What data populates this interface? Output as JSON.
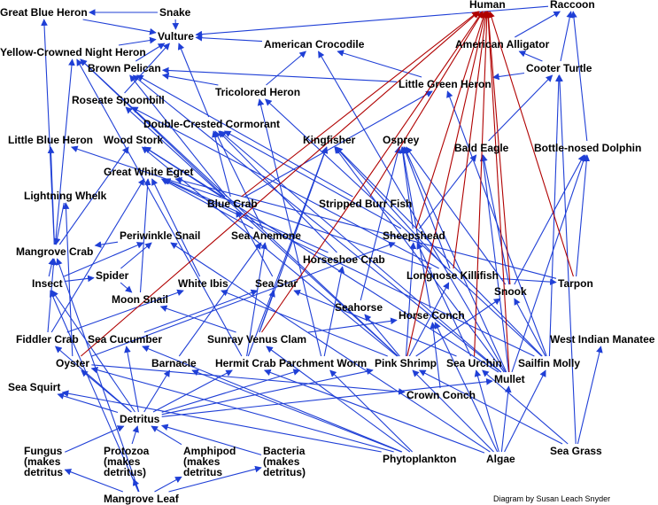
{
  "diagram": {
    "credit": "Diagram by Susan Leach Snyder",
    "colors": {
      "energy_arrow": "#1f3fd6",
      "human_arrow": "#b00000",
      "text": "#000000",
      "background": "#ffffff"
    },
    "nodes": [
      {
        "id": "great-blue-heron",
        "label": "Great Blue Heron"
      },
      {
        "id": "snake",
        "label": "Snake"
      },
      {
        "id": "human",
        "label": "Human"
      },
      {
        "id": "raccoon",
        "label": "Raccoon"
      },
      {
        "id": "vulture",
        "label": "Vulture"
      },
      {
        "id": "american-crocodile",
        "label": "American Crocodile"
      },
      {
        "id": "american-alligator",
        "label": "American Alligator"
      },
      {
        "id": "yellow-crowned-night-heron",
        "label": "Yellow-Crowned Night Heron"
      },
      {
        "id": "brown-pelican",
        "label": "Brown Pelican"
      },
      {
        "id": "cooter-turtle",
        "label": "Cooter Turtle"
      },
      {
        "id": "little-green-heron",
        "label": "Little Green Heron"
      },
      {
        "id": "tricolored-heron",
        "label": "Tricolored Heron"
      },
      {
        "id": "roseate-spoonbill",
        "label": "Roseate Spoonbill"
      },
      {
        "id": "double-crested-cormorant",
        "label": "Double-Crested Cormorant"
      },
      {
        "id": "little-blue-heron",
        "label": "Little Blue Heron"
      },
      {
        "id": "wood-stork",
        "label": "Wood Stork"
      },
      {
        "id": "kingfisher",
        "label": "Kingfisher"
      },
      {
        "id": "osprey",
        "label": "Osprey"
      },
      {
        "id": "bald-eagle",
        "label": "Bald Eagle"
      },
      {
        "id": "bottle-nosed-dolphin",
        "label": "Bottle-nosed Dolphin"
      },
      {
        "id": "great-white-egret",
        "label": "Great White Egret"
      },
      {
        "id": "lightning-whelk",
        "label": "Lightning Whelk"
      },
      {
        "id": "blue-crab",
        "label": "Blue Crab"
      },
      {
        "id": "stripped-burr-fish",
        "label": "Stripped Burr Fish"
      },
      {
        "id": "mangrove-crab",
        "label": "Mangrove Crab"
      },
      {
        "id": "periwinkle-snail",
        "label": "Periwinkle Snail"
      },
      {
        "id": "sea-anemone",
        "label": "Sea Anemone"
      },
      {
        "id": "sheepshead",
        "label": "Sheepshead"
      },
      {
        "id": "horseshoe-crab",
        "label": "Horseshoe Crab"
      },
      {
        "id": "spider",
        "label": "Spider"
      },
      {
        "id": "insect",
        "label": "Insect"
      },
      {
        "id": "longnose-killifish",
        "label": "Longnose Killifish"
      },
      {
        "id": "white-ibis",
        "label": "White Ibis"
      },
      {
        "id": "sea-star",
        "label": "Sea Star"
      },
      {
        "id": "snook",
        "label": "Snook"
      },
      {
        "id": "tarpon",
        "label": "Tarpon"
      },
      {
        "id": "moon-snail",
        "label": "Moon Snail"
      },
      {
        "id": "seahorse",
        "label": "Seahorse"
      },
      {
        "id": "horse-conch",
        "label": "Horse Conch"
      },
      {
        "id": "fiddler-crab",
        "label": "Fiddler Crab"
      },
      {
        "id": "sea-cucumber",
        "label": "Sea Cucumber"
      },
      {
        "id": "sunray-venus-clam",
        "label": "Sunray Venus Clam"
      },
      {
        "id": "west-indian-manatee",
        "label": "West Indian Manatee"
      },
      {
        "id": "oyster",
        "label": "Oyster"
      },
      {
        "id": "barnacle",
        "label": "Barnacle"
      },
      {
        "id": "hermit-crab",
        "label": "Hermit Crab"
      },
      {
        "id": "parchment-worm",
        "label": "Parchment Worm"
      },
      {
        "id": "pink-shrimp",
        "label": "Pink Shrimp"
      },
      {
        "id": "sea-urchin",
        "label": "Sea Urchin"
      },
      {
        "id": "sailfin-molly",
        "label": "Sailfin Molly"
      },
      {
        "id": "sea-squirt",
        "label": "Sea Squirt"
      },
      {
        "id": "mullet",
        "label": "Mullet"
      },
      {
        "id": "crown-conch",
        "label": "Crown Conch"
      },
      {
        "id": "detritus",
        "label": "Detritus"
      },
      {
        "id": "fungus",
        "label": "Fungus\n(makes\ndetritus"
      },
      {
        "id": "protozoa",
        "label": "Protozoa\n(makes\ndetritus)"
      },
      {
        "id": "amphipod",
        "label": "Amphipod\n(makes\ndetritus"
      },
      {
        "id": "bacteria",
        "label": "Bacteria\n(makes\ndetritus)"
      },
      {
        "id": "phytoplankton",
        "label": "Phytoplankton"
      },
      {
        "id": "algae",
        "label": "Algae"
      },
      {
        "id": "sea-grass",
        "label": "Sea Grass"
      },
      {
        "id": "mangrove-leaf",
        "label": "Mangrove Leaf"
      }
    ],
    "edges": [
      [
        "snake",
        "great-blue-heron"
      ],
      [
        "great-blue-heron",
        "vulture"
      ],
      [
        "snake",
        "vulture"
      ],
      [
        "american-crocodile",
        "vulture"
      ],
      [
        "raccoon",
        "vulture"
      ],
      [
        "yellow-crowned-night-heron",
        "vulture"
      ],
      [
        "brown-pelican",
        "vulture"
      ],
      [
        "roseate-spoonbill",
        "vulture"
      ],
      [
        "double-crested-cormorant",
        "vulture"
      ],
      [
        "tricolored-heron",
        "american-crocodile"
      ],
      [
        "little-green-heron",
        "american-crocodile"
      ],
      [
        "little-green-heron",
        "brown-pelican"
      ],
      [
        "tricolored-heron",
        "brown-pelican"
      ],
      [
        "cooter-turtle",
        "american-alligator"
      ],
      [
        "cooter-turtle",
        "raccoon"
      ],
      [
        "cooter-turtle",
        "little-green-heron"
      ],
      [
        "bald-eagle",
        "cooter-turtle"
      ],
      [
        "bottle-nosed-dolphin",
        "raccoon"
      ],
      [
        "american-alligator",
        "raccoon"
      ],
      [
        "mullet",
        "american-crocodile"
      ],
      [
        "mullet",
        "brown-pelican"
      ],
      [
        "mullet",
        "double-crested-cormorant"
      ],
      [
        "mullet",
        "osprey"
      ],
      [
        "mullet",
        "bald-eagle"
      ],
      [
        "mullet",
        "bottle-nosed-dolphin"
      ],
      [
        "mullet",
        "wood-stork"
      ],
      [
        "mullet",
        "kingfisher"
      ],
      [
        "sailfin-molly",
        "little-green-heron"
      ],
      [
        "sailfin-molly",
        "tricolored-heron"
      ],
      [
        "sailfin-molly",
        "great-white-egret"
      ],
      [
        "sailfin-molly",
        "kingfisher"
      ],
      [
        "sailfin-molly",
        "snook"
      ],
      [
        "sailfin-molly",
        "cooter-turtle"
      ],
      [
        "longnose-killifish",
        "little-blue-heron"
      ],
      [
        "longnose-killifish",
        "roseate-spoonbill"
      ],
      [
        "longnose-killifish",
        "tarpon"
      ],
      [
        "longnose-killifish",
        "kingfisher"
      ],
      [
        "longnose-killifish",
        "osprey"
      ],
      [
        "snook",
        "bald-eagle"
      ],
      [
        "snook",
        "osprey"
      ],
      [
        "snook",
        "bottle-nosed-dolphin"
      ],
      [
        "tarpon",
        "bottle-nosed-dolphin"
      ],
      [
        "tarpon",
        "great-white-egret"
      ],
      [
        "sheepshead",
        "osprey"
      ],
      [
        "sheepshead",
        "bald-eagle"
      ],
      [
        "sheepshead",
        "double-crested-cormorant"
      ],
      [
        "stripped-burr-fish",
        "brown-pelican"
      ],
      [
        "pink-shrimp",
        "yellow-crowned-night-heron"
      ],
      [
        "pink-shrimp",
        "roseate-spoonbill"
      ],
      [
        "pink-shrimp",
        "wood-stork"
      ],
      [
        "pink-shrimp",
        "white-ibis"
      ],
      [
        "pink-shrimp",
        "seahorse"
      ],
      [
        "pink-shrimp",
        "snook"
      ],
      [
        "pink-shrimp",
        "sheepshead"
      ],
      [
        "pink-shrimp",
        "longnose-killifish"
      ],
      [
        "crown-conch",
        "horse-conch"
      ],
      [
        "horse-conch",
        "osprey"
      ],
      [
        "sea-urchin",
        "sheepshead"
      ],
      [
        "sea-urchin",
        "sea-star"
      ],
      [
        "blue-crab",
        "yellow-crowned-night-heron"
      ],
      [
        "blue-crab",
        "double-crested-cormorant"
      ],
      [
        "blue-crab",
        "wood-stork"
      ],
      [
        "blue-crab",
        "little-green-heron"
      ],
      [
        "blue-crab",
        "brown-pelican"
      ],
      [
        "horseshoe-crab",
        "double-crested-cormorant"
      ],
      [
        "horseshoe-crab",
        "great-white-egret"
      ],
      [
        "hermit-crab",
        "sea-anemone"
      ],
      [
        "hermit-crab",
        "yellow-crowned-night-heron"
      ],
      [
        "hermit-crab",
        "kingfisher"
      ],
      [
        "parchment-worm",
        "horseshoe-crab"
      ],
      [
        "parchment-worm",
        "tricolored-heron"
      ],
      [
        "sunray-venus-clam",
        "sea-star"
      ],
      [
        "sunray-venus-clam",
        "moon-snail"
      ],
      [
        "sunray-venus-clam",
        "horse-conch"
      ],
      [
        "sunray-venus-clam",
        "kingfisher"
      ],
      [
        "fiddler-crab",
        "mangrove-crab"
      ],
      [
        "fiddler-crab",
        "great-white-egret"
      ],
      [
        "fiddler-crab",
        "white-ibis"
      ],
      [
        "mangrove-crab",
        "wood-stork"
      ],
      [
        "mangrove-crab",
        "yellow-crowned-night-heron"
      ],
      [
        "mangrove-crab",
        "little-blue-heron"
      ],
      [
        "mangrove-crab",
        "great-blue-heron"
      ],
      [
        "insect",
        "spider"
      ],
      [
        "insect",
        "mangrove-crab"
      ],
      [
        "insect",
        "periwinkle-snail"
      ],
      [
        "spider",
        "periwinkle-snail"
      ],
      [
        "spider",
        "moon-snail"
      ],
      [
        "periwinkle-snail",
        "mangrove-crab"
      ],
      [
        "oyster",
        "lightning-whelk"
      ],
      [
        "oyster",
        "crown-conch"
      ],
      [
        "oyster",
        "sheepshead"
      ],
      [
        "barnacle",
        "sea-anemone"
      ],
      [
        "sea-cucumber",
        "sea-star"
      ],
      [
        "white-ibis",
        "great-white-egret"
      ],
      [
        "lightning-whelk",
        "mangrove-crab"
      ],
      [
        "sea-star",
        "blue-crab"
      ],
      [
        "moon-snail",
        "great-white-egret"
      ],
      [
        "detritus",
        "oyster"
      ],
      [
        "detritus",
        "sea-squirt"
      ],
      [
        "detritus",
        "fiddler-crab"
      ],
      [
        "detritus",
        "sea-cucumber"
      ],
      [
        "detritus",
        "barnacle"
      ],
      [
        "detritus",
        "hermit-crab"
      ],
      [
        "detritus",
        "parchment-worm"
      ],
      [
        "detritus",
        "pink-shrimp"
      ],
      [
        "detritus",
        "mullet"
      ],
      [
        "detritus",
        "insect"
      ],
      [
        "fungus",
        "detritus"
      ],
      [
        "protozoa",
        "detritus"
      ],
      [
        "amphipod",
        "detritus"
      ],
      [
        "bacteria",
        "detritus"
      ],
      [
        "mangrove-leaf",
        "fungus"
      ],
      [
        "mangrove-leaf",
        "protozoa"
      ],
      [
        "mangrove-leaf",
        "amphipod"
      ],
      [
        "mangrove-leaf",
        "bacteria"
      ],
      [
        "mangrove-leaf",
        "insect"
      ],
      [
        "mangrove-leaf",
        "mangrove-crab"
      ],
      [
        "phytoplankton",
        "oyster"
      ],
      [
        "phytoplankton",
        "barnacle"
      ],
      [
        "phytoplankton",
        "sea-squirt"
      ],
      [
        "phytoplankton",
        "sunray-venus-clam"
      ],
      [
        "phytoplankton",
        "parchment-worm"
      ],
      [
        "phytoplankton",
        "sea-cucumber"
      ],
      [
        "algae",
        "sea-urchin"
      ],
      [
        "algae",
        "mullet"
      ],
      [
        "algae",
        "sailfin-molly"
      ],
      [
        "algae",
        "hermit-crab"
      ],
      [
        "algae",
        "periwinkle-snail"
      ],
      [
        "algae",
        "pink-shrimp"
      ],
      [
        "algae",
        "horse-conch"
      ],
      [
        "sea-grass",
        "west-indian-manatee"
      ],
      [
        "sea-grass",
        "sea-urchin"
      ],
      [
        "sea-grass",
        "pink-shrimp"
      ],
      [
        "sea-grass",
        "cooter-turtle"
      ],
      [
        "sea-anemone",
        "great-white-egret"
      ],
      [
        "sea-anemone",
        "double-crested-cormorant"
      ],
      [
        "seahorse",
        "osprey"
      ]
    ],
    "human_edges": [
      [
        "mullet",
        "human"
      ],
      [
        "snook",
        "human"
      ],
      [
        "tarpon",
        "human"
      ],
      [
        "sheepshead",
        "human"
      ],
      [
        "pink-shrimp",
        "human"
      ],
      [
        "blue-crab",
        "human"
      ],
      [
        "oyster",
        "human"
      ],
      [
        "stripped-burr-fish",
        "human"
      ],
      [
        "sunray-venus-clam",
        "human"
      ],
      [
        "sea-urchin",
        "human"
      ],
      [
        "longnose-killifish",
        "human"
      ]
    ]
  }
}
